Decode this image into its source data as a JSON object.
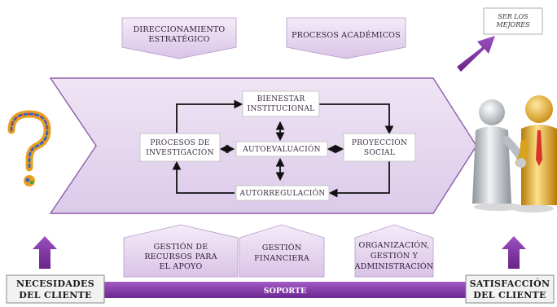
{
  "top_labels": {
    "direccionamiento": [
      "DIRECCIONAMIENTO",
      "ESTRATÉGICO"
    ],
    "academicos": [
      "PROCESOS ACADÉMICOS"
    ]
  },
  "goal_box": [
    "SER LOS",
    "MEJORES"
  ],
  "center_boxes": {
    "bienestar": [
      "BIENESTAR",
      "INSTITUCIONAL"
    ],
    "investigacion": [
      "PROCESOS DE",
      "INVESTIGACIÓN"
    ],
    "autoevaluacion": [
      "AUTOEVALUACIÓN"
    ],
    "proyeccion": [
      "PROYECCIÓN",
      "SOCIAL"
    ],
    "autorregulacion": [
      "AUTORREGULACIÓN"
    ]
  },
  "support_labels": {
    "recursos": [
      "GESTIÓN DE",
      "RECURSOS PARA",
      "EL APOYO"
    ],
    "financiera": [
      "GESTIÓN",
      "FINANCIERA"
    ],
    "organizacion": [
      "ORGANIZACIÓN,",
      "GESTIÓN Y",
      "ADMINISTRACIÓN"
    ]
  },
  "soporte": "SOPORTE",
  "left_box": [
    "NECESIDADES",
    "DEL CLIENTE"
  ],
  "right_box": [
    "SATISFACCIÓN",
    "DEL CLIENTE"
  ],
  "colors": {
    "purple_dark": "#7b2d9b",
    "purple_light": "#e9dcf0",
    "chevron_fill": "#e6d8ee",
    "question_mark": "#e8a020"
  },
  "icons": [
    "question-crowd-icon",
    "handshake-people-icon",
    "up-arrow-icon",
    "diagonal-arrow-icon"
  ]
}
